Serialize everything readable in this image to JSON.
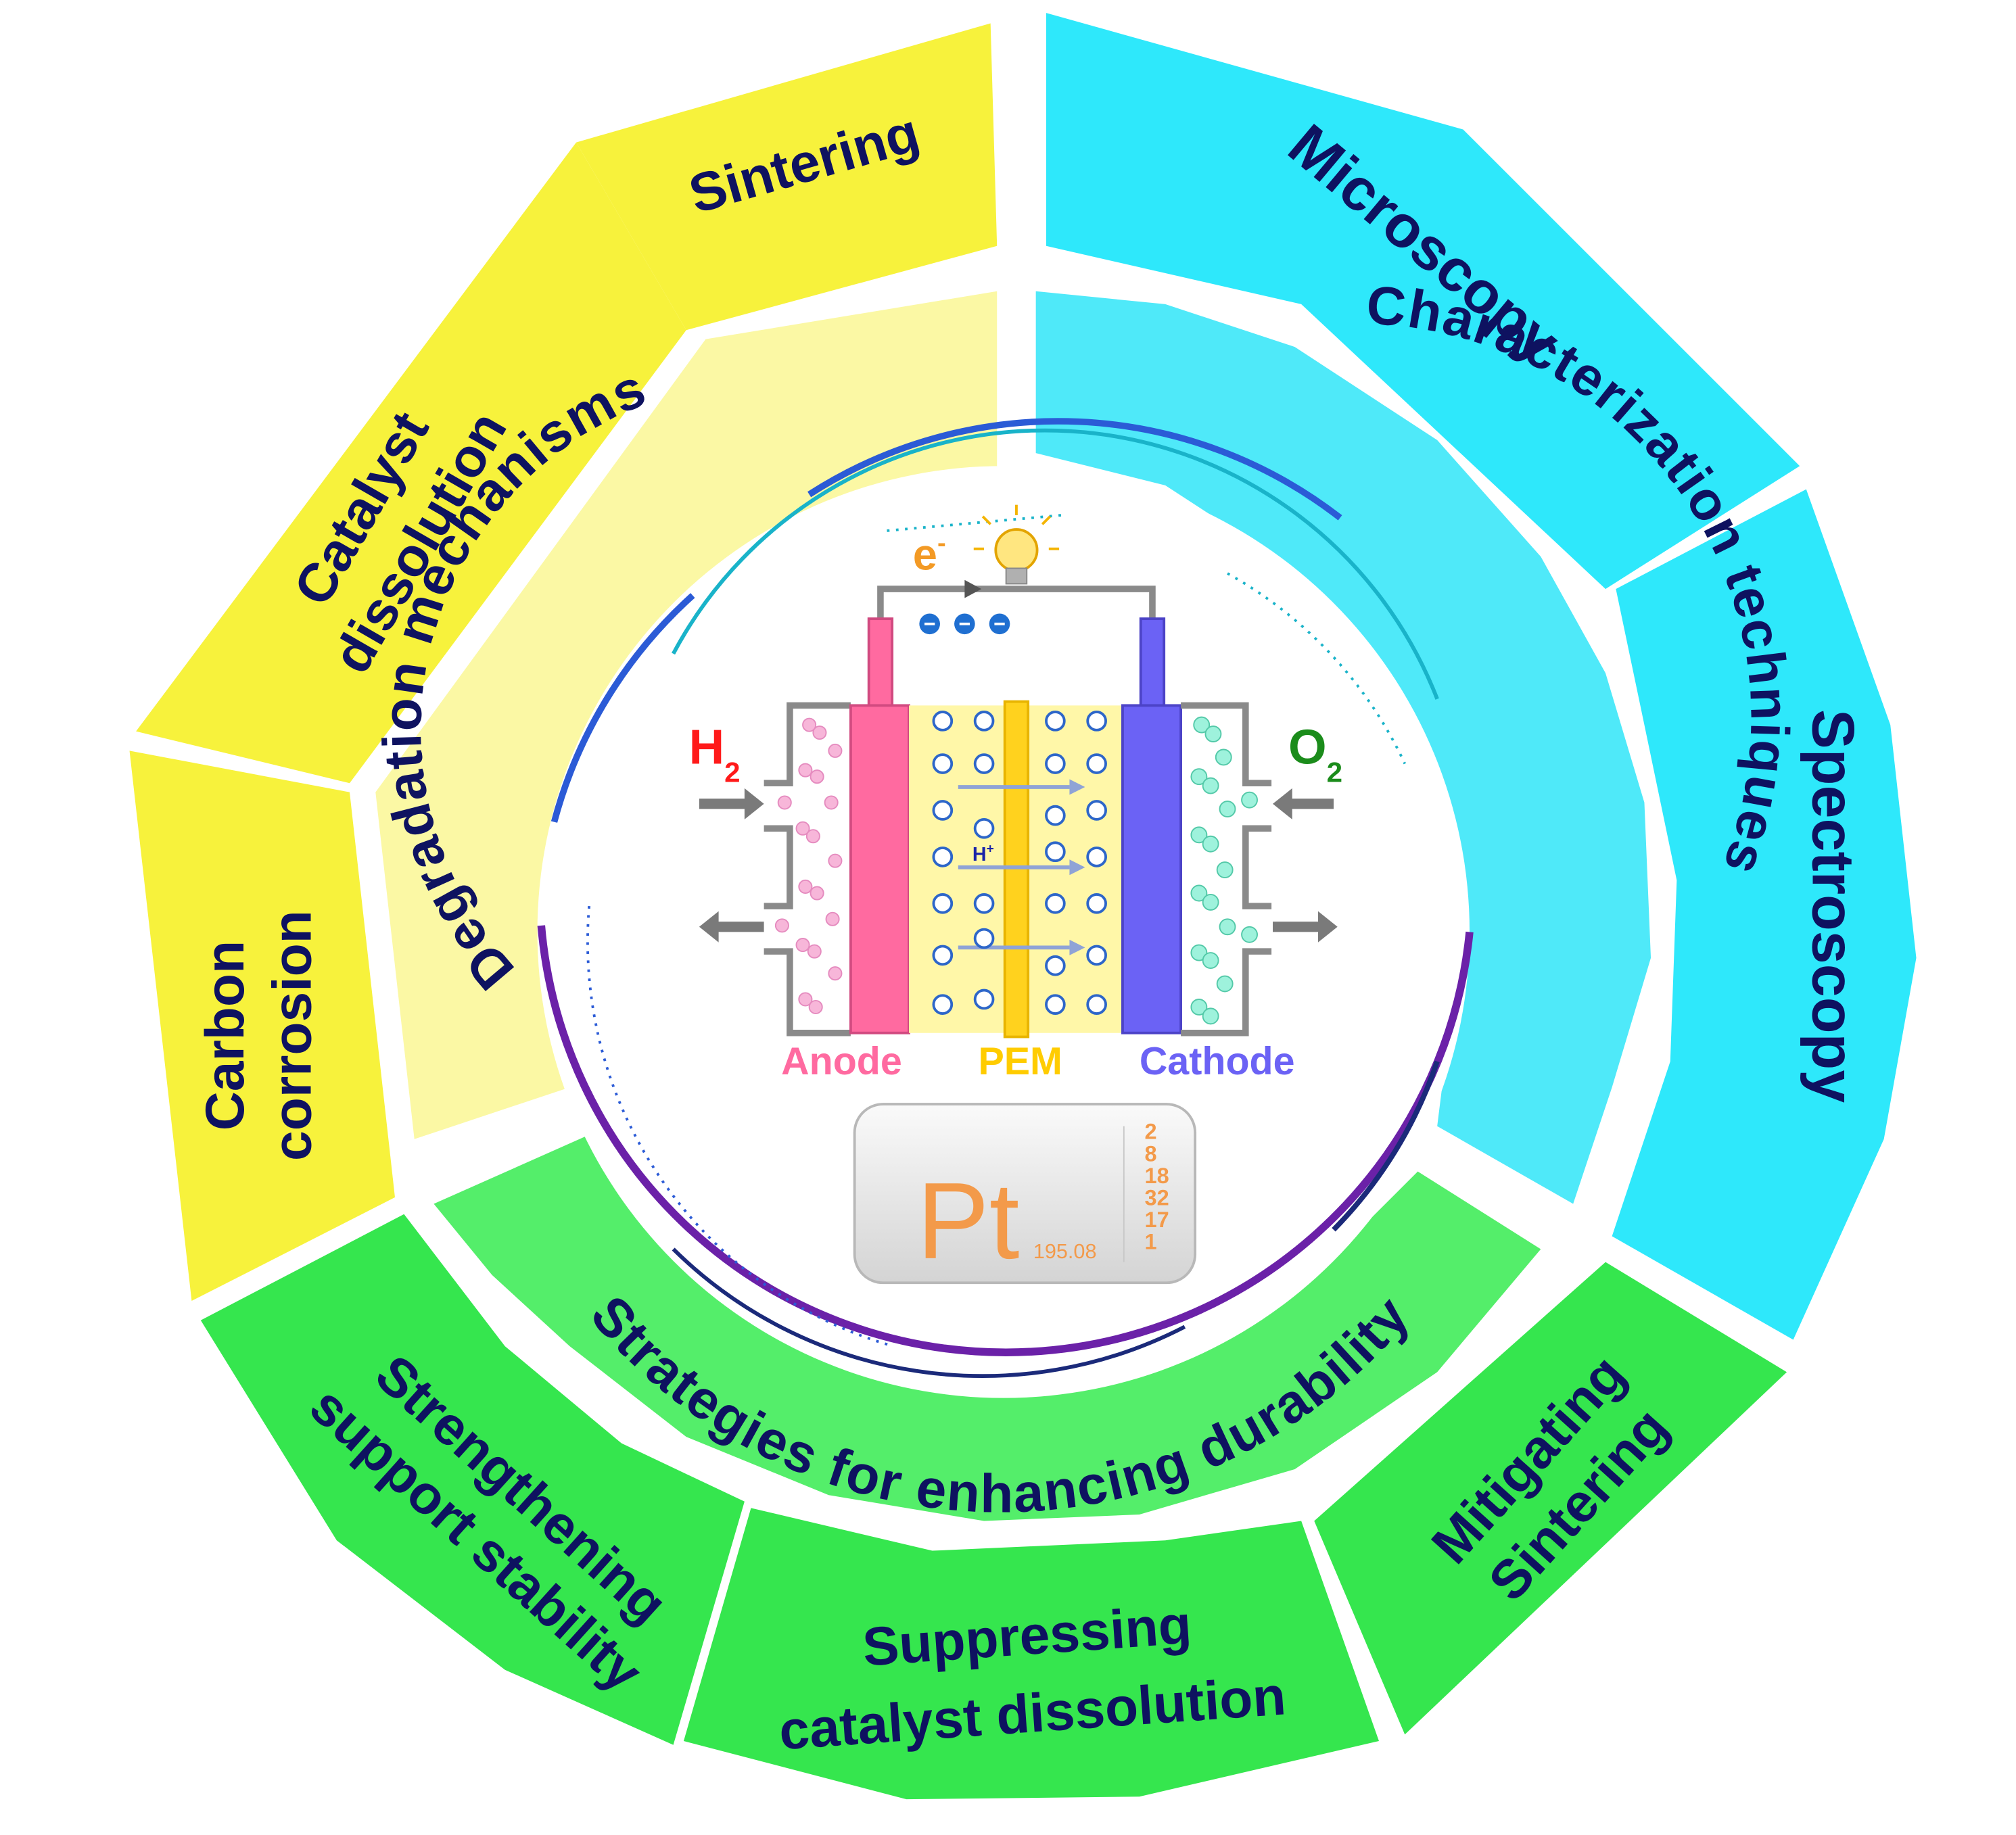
{
  "outer_ring": {
    "degradation": [
      "Sintering",
      "Catalyst",
      "dissolution",
      "Carbon",
      "corrosion"
    ],
    "characterization": [
      "Microscopy",
      "Spectroscopy"
    ],
    "strategies": [
      "Mitigating",
      "Sintering",
      "Suppressing",
      "catalyst dissolution",
      "Strengthening",
      "support stability"
    ]
  },
  "inner_ring": {
    "degradation_title": "Degradation mechanisms",
    "characterization_title": "Characterization techniques",
    "strategies_title": "Strategies for enhancing durability"
  },
  "fuel_cell": {
    "electron_label": "e",
    "electron_sup": "-",
    "h2": "H",
    "h2_sub": "2",
    "o2": "O",
    "o2_sub": "2",
    "proton_label": "H",
    "proton_sup": "+",
    "anode_label": "Anode",
    "pem_label": "PEM",
    "cathode_label": "Cathode"
  },
  "element_tile": {
    "symbol": "Pt",
    "atomic_mass": "195.08",
    "shells": [
      "2",
      "8",
      "18",
      "32",
      "17",
      "1"
    ]
  },
  "colors": {
    "yellow_outer": "#f7f23c",
    "yellow_inner": "#fbf8a4",
    "cyan_outer": "#2ee8fb",
    "cyan_inner": "#4fe9f9",
    "green_outer": "#35e64e",
    "green_inner": "#54ee6a",
    "label_navy": "#0e1260",
    "anode_pink": "#ff6aa0",
    "cathode_blue": "#6b62f5",
    "pem_yellow": "#ffd21e",
    "h2_red": "#ff1a1a",
    "o2_green": "#1b8c1b",
    "electron_orange": "#f39a25"
  }
}
